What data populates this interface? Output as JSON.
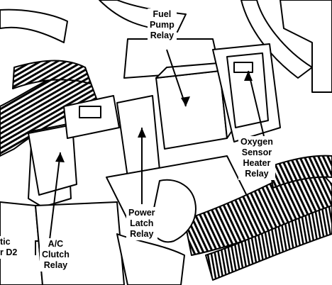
{
  "colors": {
    "ink": "#000000",
    "paper": "#ffffff"
  },
  "labels": {
    "fuel_pump_relay": [
      "Fuel",
      "Pump",
      "Relay"
    ],
    "oxygen_sensor_heater_relay": [
      "Oxygen",
      "Sensor",
      "Heater",
      "Relay"
    ],
    "power_latch_relay": [
      "Power",
      "Latch",
      "Relay"
    ],
    "ac_clutch_relay": [
      "A/C",
      "Clutch",
      "Relay"
    ],
    "partial_left_label": [
      "tic",
      "r D2"
    ]
  }
}
